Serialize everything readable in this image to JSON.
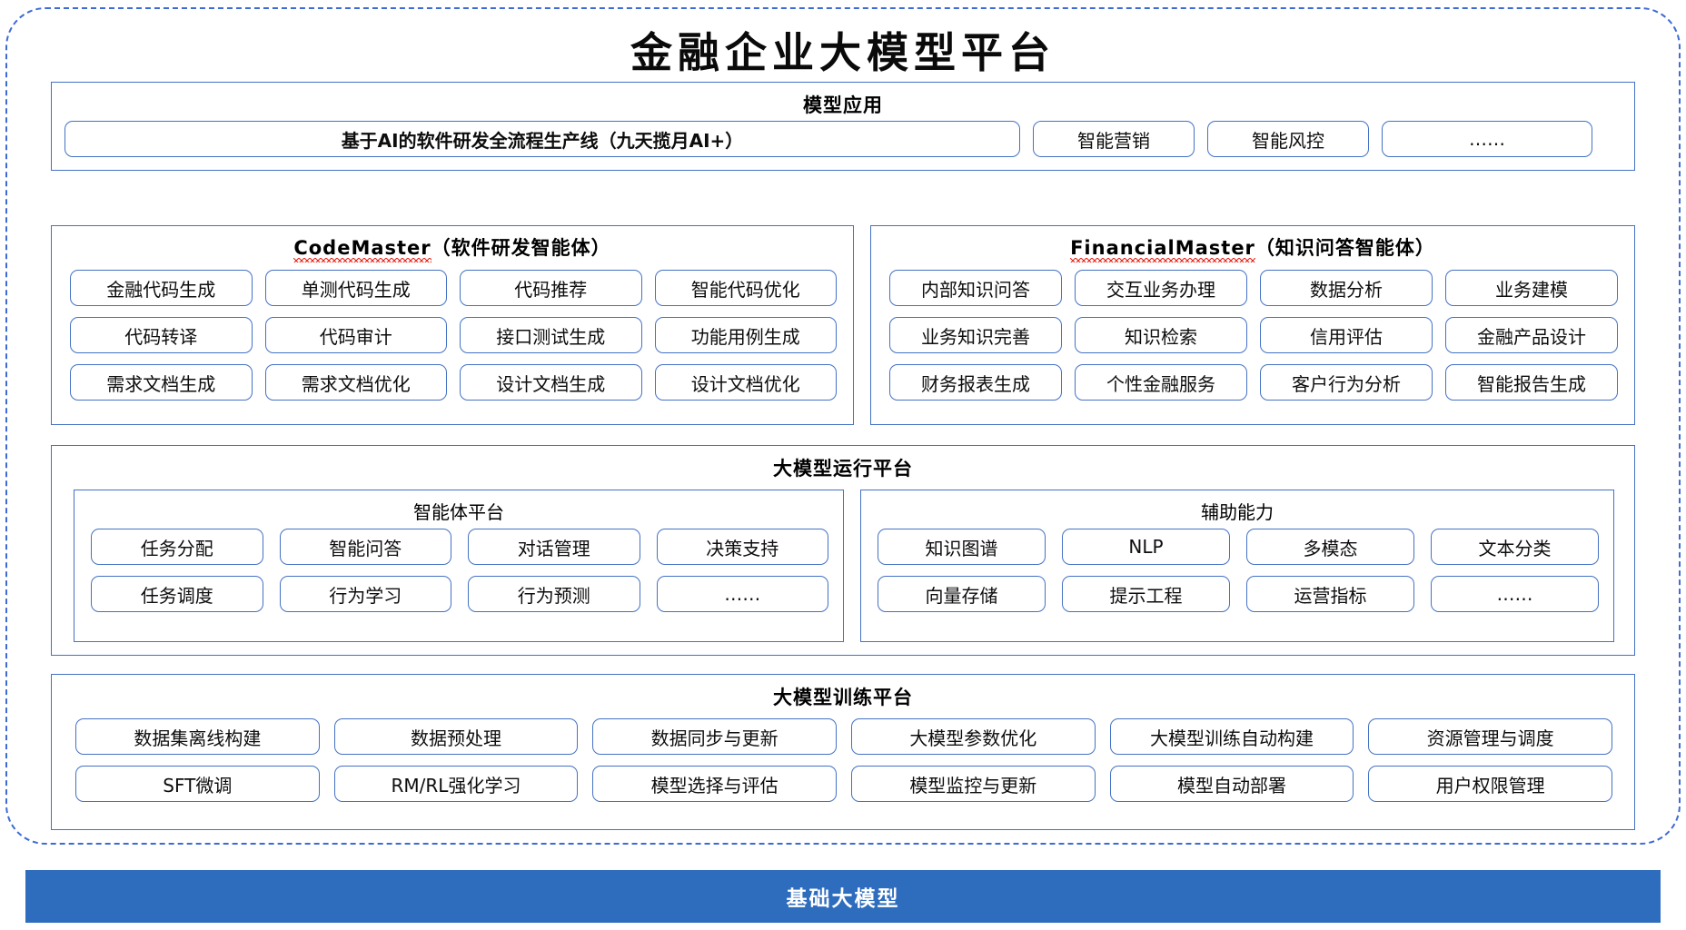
{
  "colors": {
    "accent_blue": "#4472c4",
    "frame_dashed": "#3e6ad4",
    "base_bar_bg": "#2e6cbd",
    "spell_underline": "#e8261b",
    "text": "#0d0d0d"
  },
  "page_title": "金融企业大模型平台",
  "sections": {
    "application": {
      "title": "模型应用",
      "tiles": [
        "基于AI的软件研发全流程生产线（九天揽月AI+）",
        "智能营销",
        "智能风控",
        "……"
      ]
    },
    "code_master": {
      "title_main": "CodeMaster",
      "title_sub": "（软件研发智能体）",
      "tiles": [
        "金融代码生成",
        "单测代码生成",
        "代码推荐",
        "智能代码优化",
        "代码转译",
        "代码审计",
        "接口测试生成",
        "功能用例生成",
        "需求文档生成",
        "需求文档优化",
        "设计文档生成",
        "设计文档优化"
      ]
    },
    "financial_master": {
      "title_main": "FinancialMaster",
      "title_sub": "（知识问答智能体）",
      "tiles": [
        "内部知识问答",
        "交互业务办理",
        "数据分析",
        "业务建模",
        "业务知识完善",
        "知识检索",
        "信用评估",
        "金融产品设计",
        "财务报表生成",
        "个性金融服务",
        "客户行为分析",
        "智能报告生成"
      ]
    },
    "runtime": {
      "title": "大模型运行平台",
      "agent_platform": {
        "title": "智能体平台",
        "tiles": [
          "任务分配",
          "智能问答",
          "对话管理",
          "决策支持",
          "任务调度",
          "行为学习",
          "行为预测",
          "……"
        ]
      },
      "aux_capability": {
        "title": "辅助能力",
        "tiles": [
          "知识图谱",
          "NLP",
          "多模态",
          "文本分类",
          "向量存储",
          "提示工程",
          "运营指标",
          "……"
        ]
      }
    },
    "training": {
      "title": "大模型训练平台",
      "tiles": [
        "数据集离线构建",
        "数据预处理",
        "数据同步与更新",
        "大模型参数优化",
        "大模型训练自动构建",
        "资源管理与调度",
        "SFT微调",
        "RM/RL强化学习",
        "模型选择与评估",
        "模型监控与更新",
        "模型自动部署",
        "用户权限管理"
      ]
    },
    "base_model": {
      "label": "基础大模型"
    }
  }
}
